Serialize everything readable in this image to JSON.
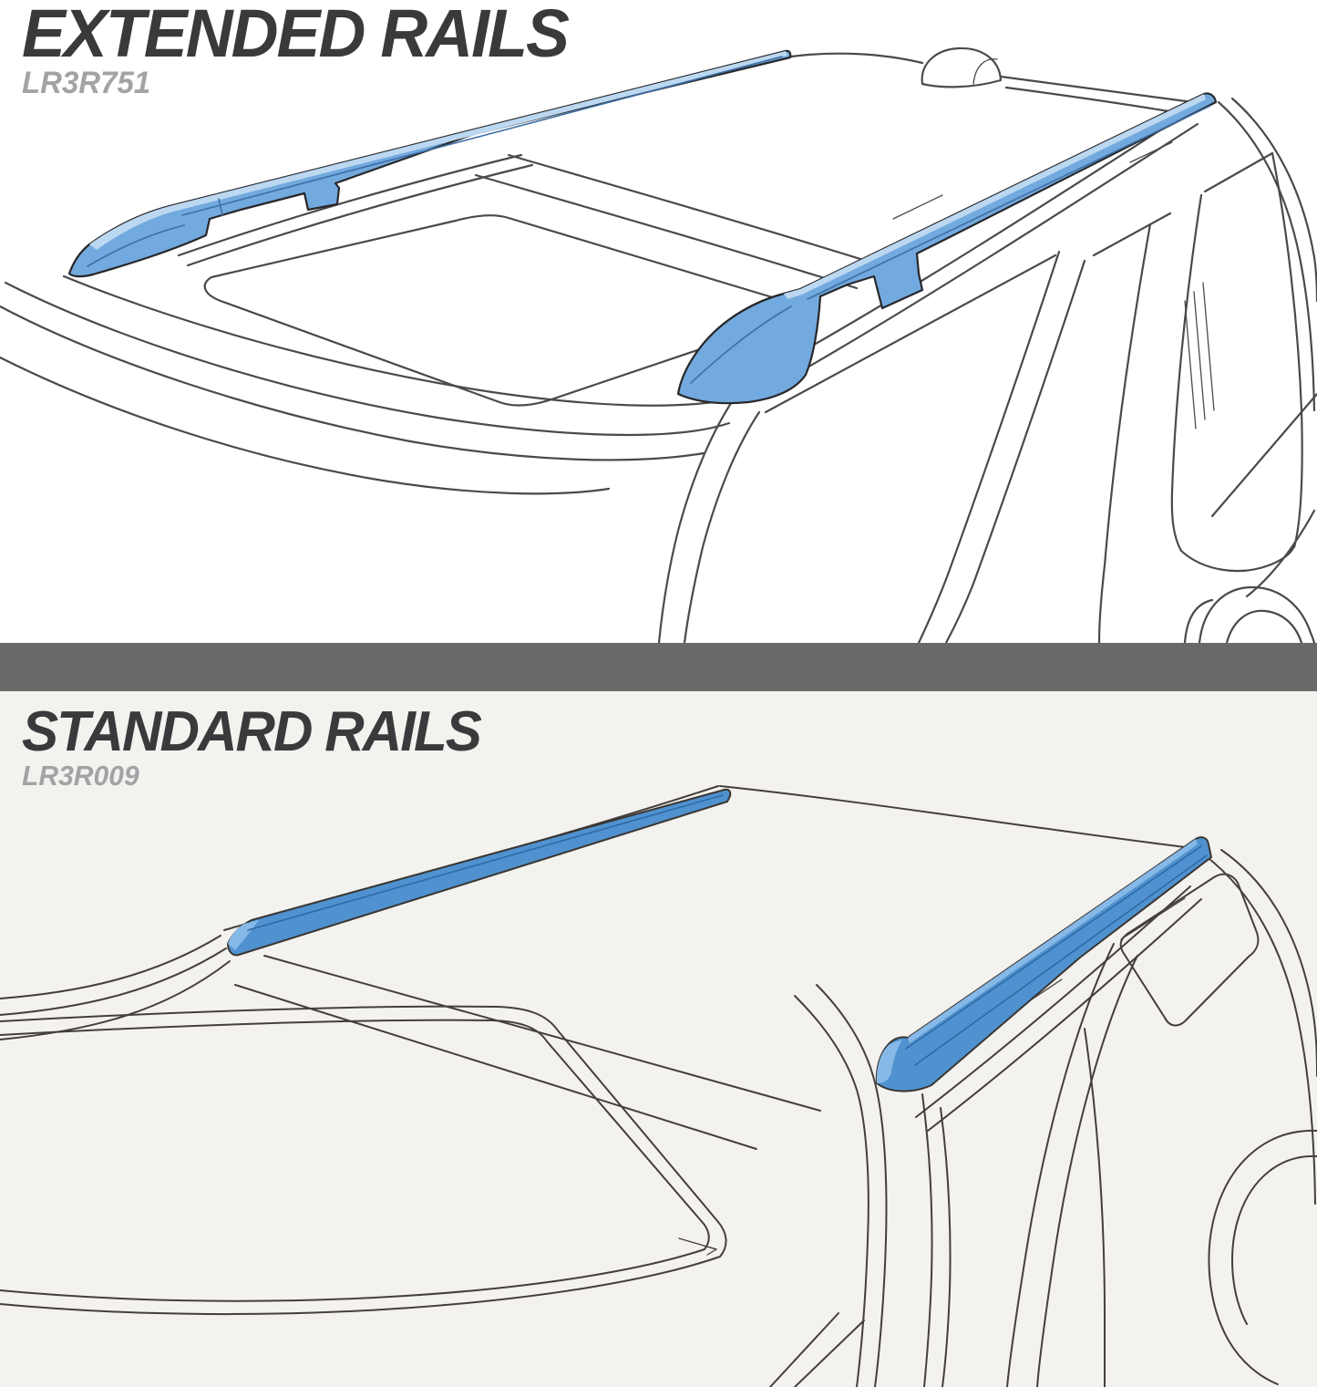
{
  "panels": {
    "top": {
      "title": "EXTENDED RAILS",
      "part_number": "LR3R751"
    },
    "bottom": {
      "title": "STANDARD RAILS",
      "part_number": "LR3R009"
    }
  },
  "divider": {
    "color": "#696969"
  },
  "colors": {
    "background_top": "#FFFFFF",
    "background_bottom": "#F3F2EF",
    "title_text": "#3A3A3C",
    "part_number_text": "#A2A3A5",
    "line_art_top": "#4A4A4C",
    "line_art_bottom": "#453F3B",
    "rail_fill_top": "#72A9DE",
    "rail_highlight_top": "#BCD8F1",
    "rail_fill_bottom": "#4F92CF",
    "rail_highlight_bottom": "#86B9E7",
    "rail_ridge_bottom": "#2E6AA6"
  },
  "illustrations": {
    "top": {
      "name": "extended-rails-illustration"
    },
    "bottom": {
      "name": "standard-rails-illustration"
    }
  }
}
